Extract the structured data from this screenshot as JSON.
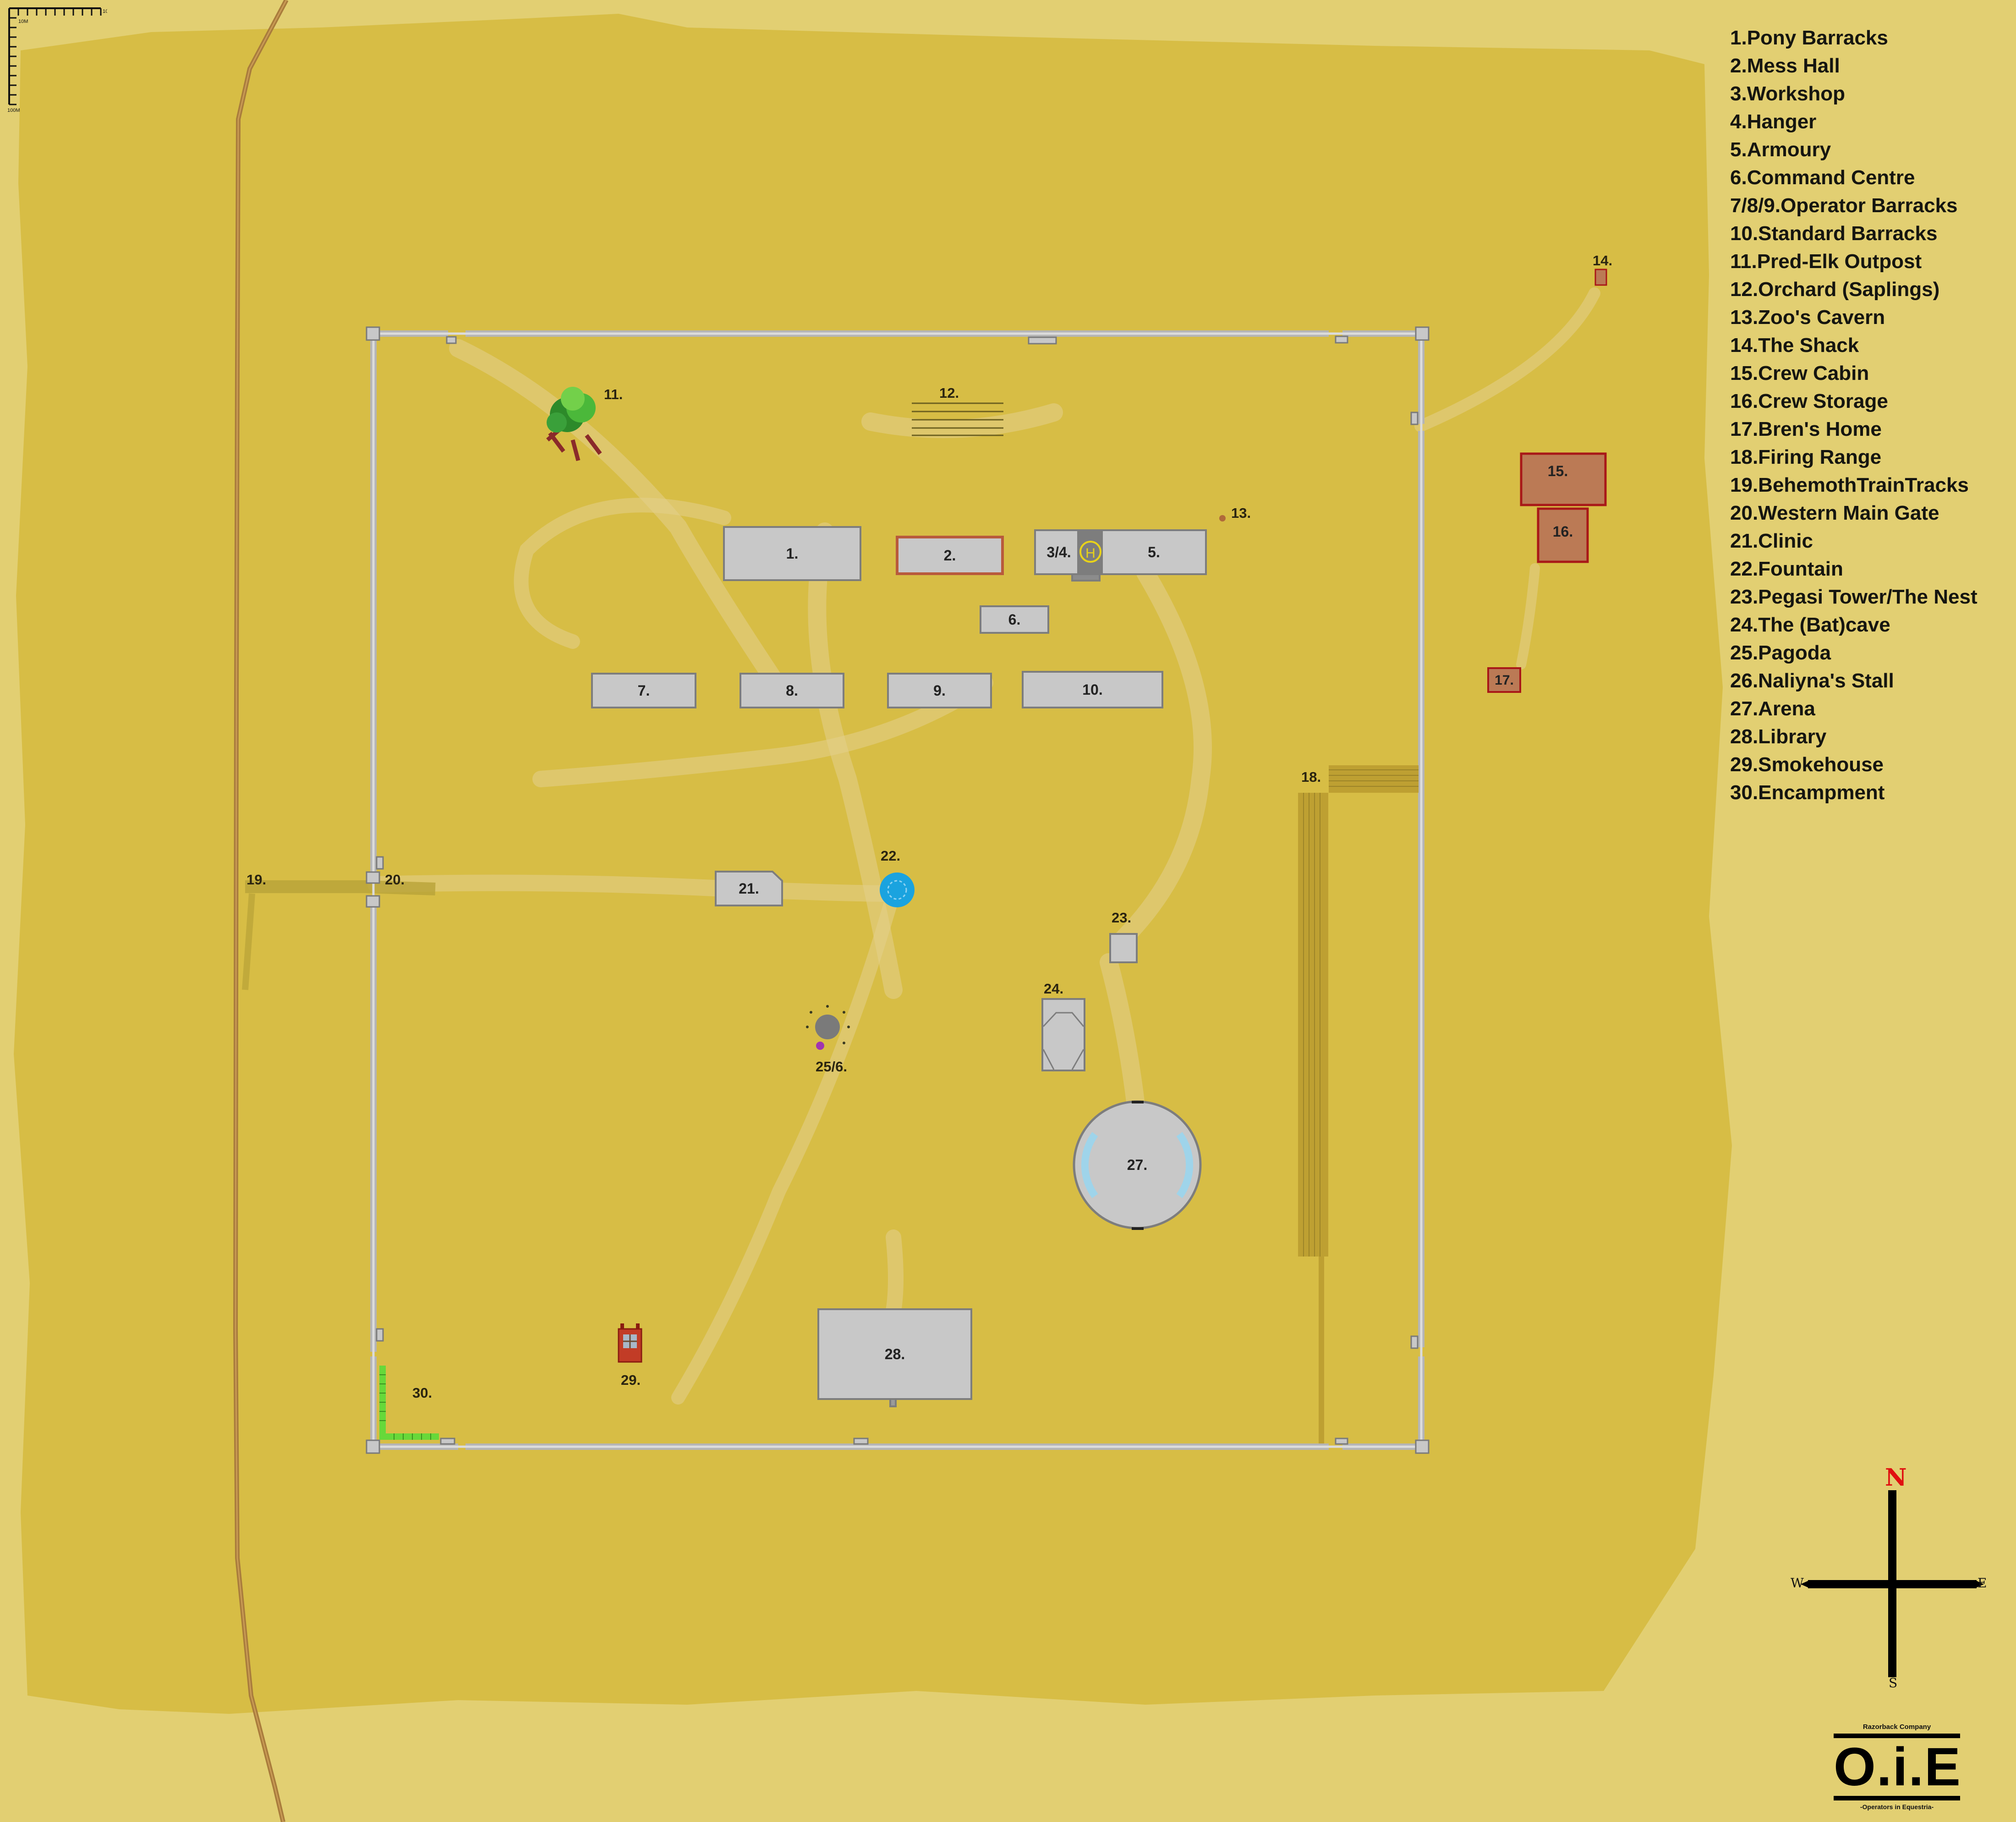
{
  "legend": [
    "1.Pony Barracks",
    "2.Mess Hall",
    "3.Workshop",
    "4.Hanger",
    "5.Armoury",
    "6.Command Centre",
    "7/8/9.Operator Barracks",
    "10.Standard Barracks",
    "11.Pred-Elk Outpost",
    "12.Orchard (Saplings)",
    "13.Zoo's Cavern",
    "14.The Shack",
    "15.Crew Cabin",
    "16.Crew Storage",
    "17.Bren's Home",
    "18.Firing Range",
    "19.BehemothTrainTracks",
    "20.Western Main Gate",
    "21.Clinic",
    "22.Fountain",
    "23.Pegasi Tower/The Nest",
    "24.The (Bat)cave",
    "25.Pagoda",
    "26.Naliyna's Stall",
    "27.Arena",
    "28.Library",
    "29.Smokehouse",
    "30.Encampment"
  ],
  "markers": {
    "m1": "1.",
    "m2": "2.",
    "m34": "3/4.",
    "m5": "5.",
    "m6": "6.",
    "m7": "7.",
    "m8": "8.",
    "m9": "9.",
    "m10": "10.",
    "m11": "11.",
    "m12": "12.",
    "m13": "13.",
    "m14": "14.",
    "m15": "15.",
    "m16": "16.",
    "m17": "17.",
    "m18": "18.",
    "m19": "19.",
    "m20": "20.",
    "m21": "21.",
    "m22": "22.",
    "m23": "23.",
    "m24": "24.",
    "m256": "25/6.",
    "m27": "27.",
    "m28": "28.",
    "m29": "29.",
    "m30": "30."
  },
  "helipad": "H",
  "compass": {
    "n": "N",
    "s": "S",
    "e": "E",
    "w": "W"
  },
  "scale_bar": {
    "h_label": "100M",
    "v_top": "10M",
    "v_label": "100M"
  },
  "logo": {
    "company": "Razorback Company",
    "title": "O.i.E",
    "subtitle": "-Operators in Equestria-"
  },
  "colors": {
    "background": "#e2cf72",
    "ground": "#d7bd45",
    "building": "#c8c8c8",
    "wall": "#c4c4c4",
    "crew_building": "#bb7a55",
    "fountain": "#1aa3df",
    "arena_rim": "#9fd4ea",
    "tracks": "#a97c3c",
    "compass_north": "#e01010"
  }
}
